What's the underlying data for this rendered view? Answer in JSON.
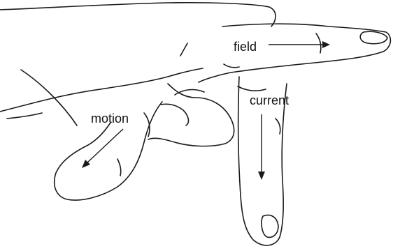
{
  "labels": {
    "field": "field",
    "current": "current",
    "motion": "motion"
  },
  "colors": {
    "ink": "#1a1a1a",
    "background": "#ffffff"
  }
}
